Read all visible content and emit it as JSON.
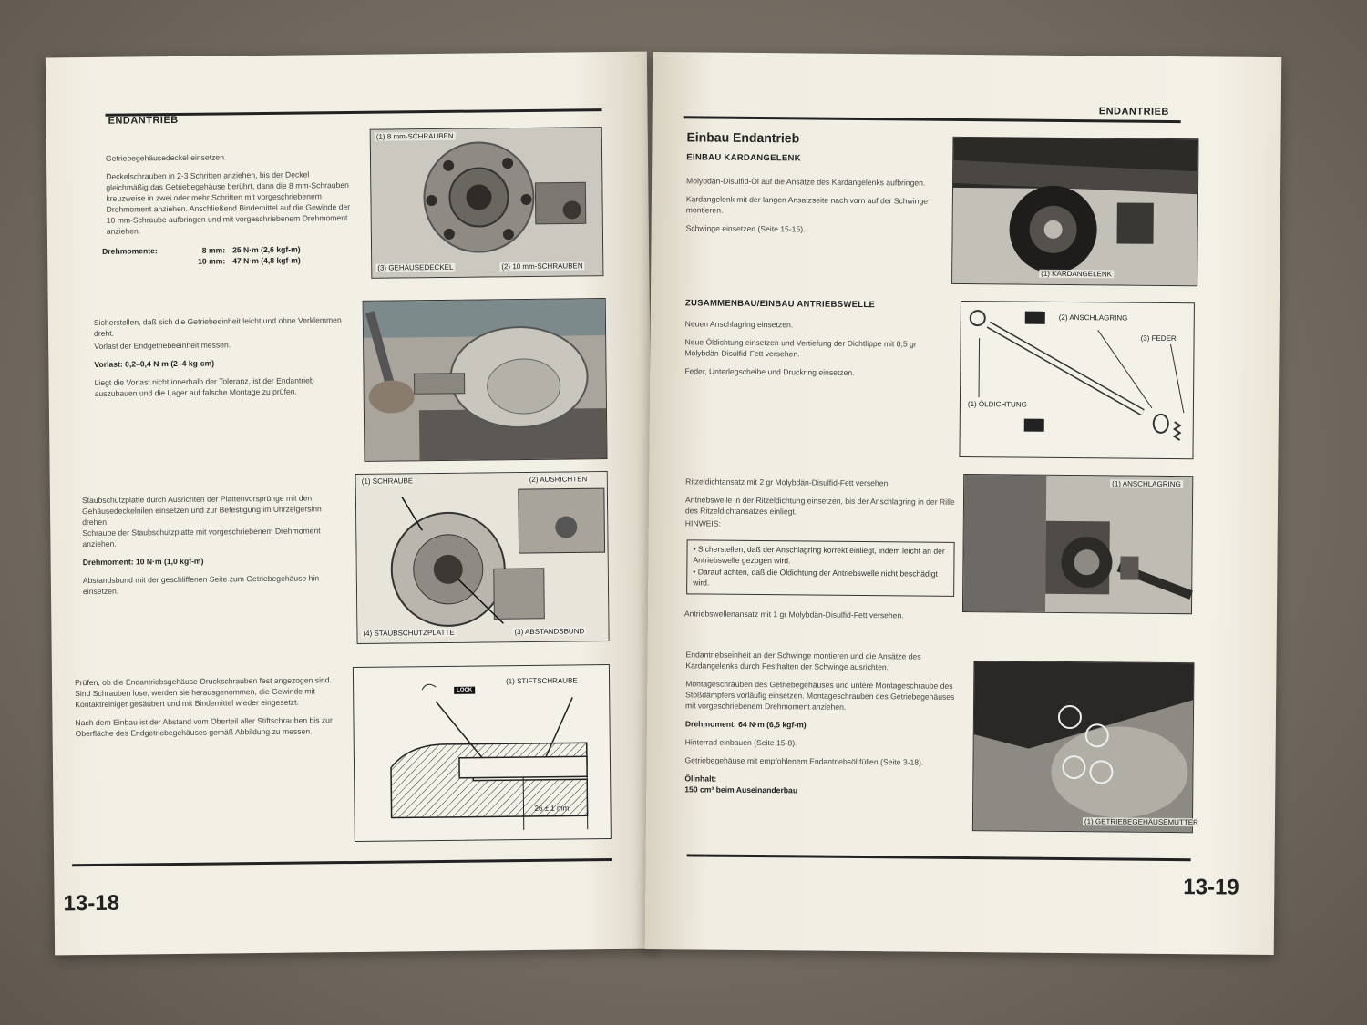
{
  "left_page": {
    "header": "ENDANTRIEB",
    "page_number": "13-18",
    "s1": {
      "intro": "Getriebegehäusedeckel einsetzen.",
      "body": "Deckelschrauben in 2-3 Schritten anziehen, bis der Deckel gleichmäßig das Getriebegehäuse berührt, dann die 8 mm-Schrauben kreuzweise in zwei oder mehr Schritten mit vorgeschriebenem Drehmoment anziehen. Anschließend Bindemittel auf die Gewinde der 10 mm-Schraube aufbringen und mit vorgeschriebenem Drehmoment anziehen.",
      "torque_label": "Drehmomente:",
      "torque_rows": [
        {
          "size": "8 mm:",
          "value": "25 N·m (2,6 kgf-m)"
        },
        {
          "size": "10 mm:",
          "value": "47 N·m (4,8 kgf-m)"
        }
      ],
      "fig_labels": [
        "(1) 8 mm-SCHRAUBEN",
        "(3) GEHÄUSEDECKEL",
        "(2) 10 mm-SCHRAUBEN"
      ]
    },
    "s2": {
      "body1": "Sicherstellen, daß sich die Getriebeeinheit leicht und ohne Verklemmen dreht.",
      "body2": "Vorlast der Endgetriebeeinheit messen.",
      "preload": "Vorlast: 0,2–0,4 N·m (2–4 kg-cm)",
      "body3": "Liegt die Vorlast nicht innerhalb der Toleranz, ist der Endantrieb auszubauen und die Lager auf falsche Montage zu prüfen."
    },
    "s3": {
      "body1": "Staubschutzplatte durch Ausrichten der Plattenvorsprünge mit den Gehäusedeckelnilen einsetzen und zur Befestigung im Uhrzeigersinn drehen.",
      "body2": "Schraube der Staubschutzplatte mit vorgeschriebenem Drehmoment anziehen.",
      "torque": "Drehmoment: 10 N·m (1,0 kgf-m)",
      "body3": "Abstandsbund mit der geschliffenen Seite zum Getriebegehäuse hin einsetzen.",
      "fig_labels": [
        "(1) SCHRAUBE",
        "(2) AUSRICHTEN",
        "(4) STAUBSCHUTZPLATTE",
        "(3) ABSTANDSBUND"
      ]
    },
    "s4": {
      "body1": "Prüfen, ob die Endantriebsgehäuse-Druckschrauben fest angezogen sind.",
      "body2": "Sind Schrauben lose, werden sie herausgenommen, die Gewinde mit Kontaktreiniger gesäubert und mit Bindemittel wieder eingesetzt.",
      "body3": "Nach dem Einbau ist der Abstand vom Oberteil aller Stiftschrauben bis zur Oberfläche des Endgetriebegehäuses gemäß Abbildung zu messen.",
      "fig_label": "(1) STIFTSCHRAUBE",
      "lock": "LOCK",
      "dimension": "26 ± 1 mm"
    }
  },
  "right_page": {
    "header": "ENDANTRIEB",
    "page_number": "13-19",
    "title": "Einbau Endantrieb",
    "s1": {
      "heading": "EINBAU KARDANGELENK",
      "p1": "Molybdän-Disulfid-Öl auf die Ansätze des Kardangelenks aufbringen.",
      "p2": "Kardangelenk mit der langen Ansatzseite nach vorn auf der Schwinge montieren.",
      "p3": "Schwinge einsetzen (Seite 15-15).",
      "fig_label": "(1) KARDANGELENK"
    },
    "s2": {
      "heading": "ZUSAMMENBAU/EINBAU ANTRIEBSWELLE",
      "p1": "Neuen Anschlagring einsetzen.",
      "p2": "Neue Öldichtung einsetzen und Vertiefung der Dichtlippe mit 0,5 gr Molybdän-Disulfid-Fett versehen.",
      "p3": "Feder, Unterlegscheibe und Druckring einsetzen.",
      "fig_labels": [
        "(2) ANSCHLAGRING",
        "(3) FEDER",
        "(1) ÖLDICHTUNG"
      ]
    },
    "s3": {
      "p1": "Ritzeldichtansatz mit 2 gr Molybdän-Disulfid-Fett versehen.",
      "p2": "Antriebswelle in der Ritzeldichtung einsetzen, bis der Anschlagring in der Rille des Ritzeldichtansatzes einliegt.",
      "note_label": "HINWEIS:",
      "notes": [
        "• Sicherstellen, daß der Anschlagring korrekt einliegt, indem leicht an der Antriebswelle gezogen wird.",
        "• Darauf achten, daß die Öldichtung der Antriebswelle nicht beschädigt wird."
      ],
      "p3": "Antriebswellenansatz mit 1 gr Molybdän-Disulfid-Fett versehen.",
      "fig_label": "(1) ANSCHLAGRING"
    },
    "s4": {
      "p1": "Endantriebseinheit an der Schwinge montieren und die Ansätze des Kardangelenks durch Festhalten der Schwinge ausrichten.",
      "p2": "Montageschrauben des Getriebegehäuses und untere Montageschraube des Stoßdämpfers vorläufig einsetzen. Montageschrauben des Getriebegehäuses mit vorgeschriebenem Drehmoment anziehen.",
      "torque": "Drehmoment: 64 N·m (6,5 kgf-m)",
      "p3": "Hinterrad einbauen (Seite 15-8).",
      "p4": "Getriebegehäuse mit empfohlenem Endantriebsöl füllen (Seite 3-18).",
      "oil_label": "Ölinhalt:",
      "oil_value": "150 cm³ beim Auseinanderbau",
      "fig_label": "(1) GETRIEBEGEHÄUSEMUTTER"
    }
  }
}
